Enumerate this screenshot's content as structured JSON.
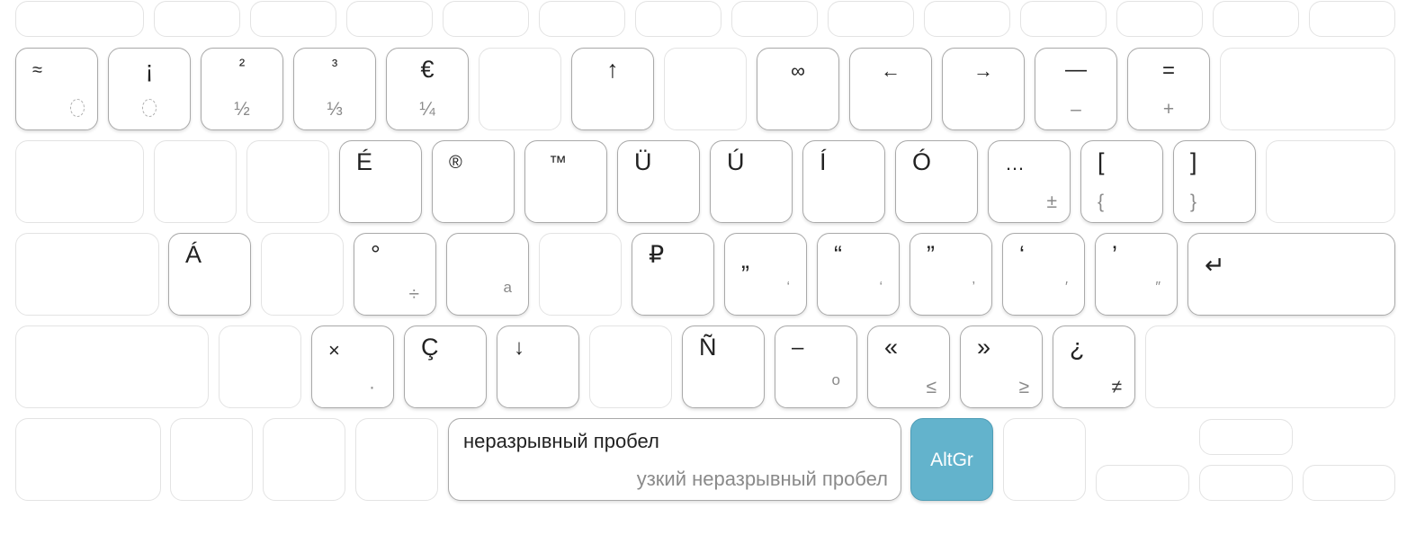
{
  "keyboard": {
    "function_row": [],
    "row1": [
      {
        "id": "k1",
        "name": "key-approx",
        "primary": "≈",
        "secondary_icon": "dotted-circle-acute-icon"
      },
      {
        "id": "k2",
        "name": "key-inverted-exclamation",
        "primary": "¡",
        "secondary_icon": "dotted-circle-grave-icon"
      },
      {
        "id": "k3",
        "name": "key-superscript-two",
        "primary": "²",
        "secondary": "½"
      },
      {
        "id": "k4",
        "name": "key-superscript-three",
        "primary": "³",
        "secondary": "⅓"
      },
      {
        "id": "k5",
        "name": "key-euro",
        "primary": "€",
        "secondary": "¼"
      },
      {
        "id": "k6",
        "name": "key-arrow-up",
        "primary": "↑"
      },
      {
        "id": "k7",
        "name": "key-infinity",
        "primary": "∞"
      },
      {
        "id": "k8",
        "name": "key-arrow-left",
        "primary": "←"
      },
      {
        "id": "k9",
        "name": "key-arrow-right",
        "primary": "→"
      },
      {
        "id": "k10",
        "name": "key-em-dash",
        "primary": "—",
        "secondary": "–"
      },
      {
        "id": "k11",
        "name": "key-not-equal-plus",
        "primary": "=",
        "secondary": "+"
      }
    ],
    "row2": [
      {
        "id": "q1",
        "name": "key-e-acute",
        "primary": "É"
      },
      {
        "id": "q2",
        "name": "key-registered",
        "primary": "®"
      },
      {
        "id": "q3",
        "name": "key-trademark",
        "primary": "™"
      },
      {
        "id": "q4",
        "name": "key-u-umlaut",
        "primary": "Ü"
      },
      {
        "id": "q5",
        "name": "key-u-acute",
        "primary": "Ú"
      },
      {
        "id": "q6",
        "name": "key-i-acute",
        "primary": "Í"
      },
      {
        "id": "q7",
        "name": "key-o-acute",
        "primary": "Ó"
      },
      {
        "id": "q8",
        "name": "key-ellipsis",
        "primary": "…",
        "secondary": "±"
      },
      {
        "id": "q9",
        "name": "key-left-bracket",
        "primary": "[",
        "secondary": "{"
      },
      {
        "id": "q10",
        "name": "key-right-bracket",
        "primary": "]",
        "secondary": "}"
      }
    ],
    "row3": [
      {
        "id": "a1",
        "name": "key-a-acute",
        "primary": "Á"
      },
      {
        "id": "a2",
        "name": "key-degree",
        "primary": "°",
        "secondary": "÷"
      },
      {
        "id": "a3",
        "name": "key-ordinal-a",
        "primary": "",
        "secondary": "a"
      },
      {
        "id": "a4",
        "name": "key-ruble",
        "primary": "₽"
      },
      {
        "id": "a5",
        "name": "key-low-double-quote",
        "primary": "„",
        "secondary": "‘"
      },
      {
        "id": "a6",
        "name": "key-left-double-quote",
        "primary": "“",
        "secondary": "‘"
      },
      {
        "id": "a7",
        "name": "key-right-double-quote",
        "primary": "”",
        "secondary": "’"
      },
      {
        "id": "a8",
        "name": "key-left-single-quote",
        "primary": "‘",
        "secondary": "′"
      },
      {
        "id": "a9",
        "name": "key-right-single-quote",
        "primary": "’",
        "secondary": "″"
      },
      {
        "id": "a10",
        "name": "key-enter",
        "primary": "↵"
      }
    ],
    "row4": [
      {
        "id": "z1",
        "name": "key-multiply",
        "primary": "×",
        "secondary": "·"
      },
      {
        "id": "z2",
        "name": "key-c-cedilla",
        "primary": "Ç"
      },
      {
        "id": "z3",
        "name": "key-arrow-down",
        "primary": "↓"
      },
      {
        "id": "z4",
        "name": "key-n-tilde",
        "primary": "Ñ"
      },
      {
        "id": "z5",
        "name": "key-en-dash",
        "primary": "–",
        "secondary": "o"
      },
      {
        "id": "z6",
        "name": "key-left-guillemet",
        "primary": "«",
        "secondary": "≤"
      },
      {
        "id": "z7",
        "name": "key-right-guillemet",
        "primary": "»",
        "secondary": "≥"
      },
      {
        "id": "z8",
        "name": "key-inverted-question",
        "primary": "¿",
        "secondary": "≠"
      }
    ],
    "space": {
      "primary": "неразрывный пробел",
      "secondary": "узкий неразрывный пробел"
    },
    "altgr": {
      "label": "AltGr",
      "color": "#63b3cc"
    }
  }
}
